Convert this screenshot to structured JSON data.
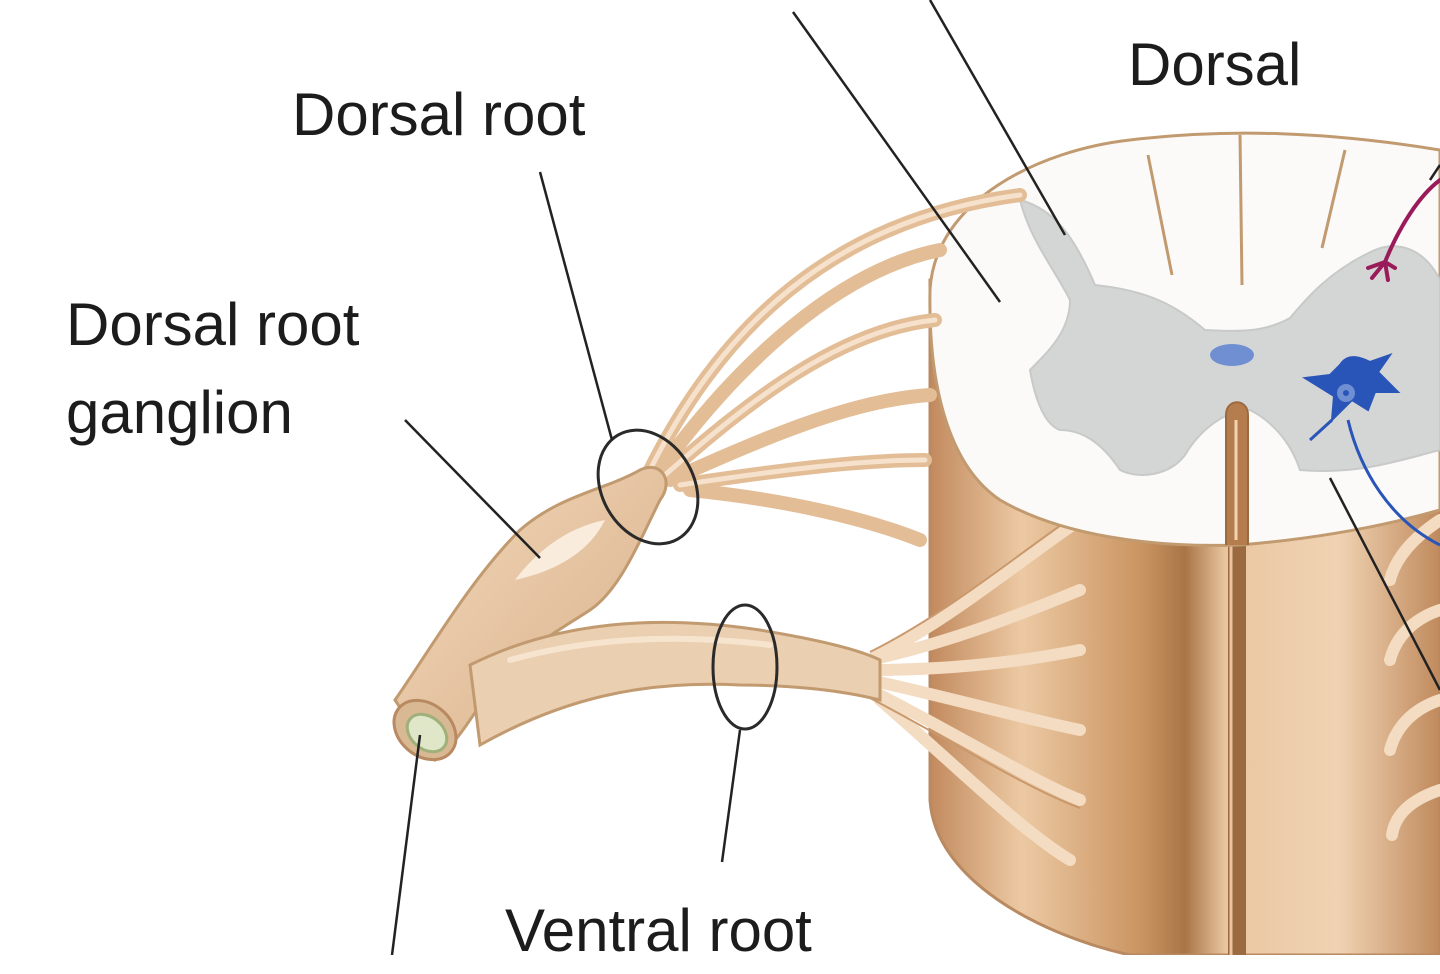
{
  "labels": {
    "dorsal_root": "Dorsal root",
    "dorsal_root_ganglion": [
      "Dorsal root",
      "ganglion"
    ],
    "dorsal": "Dorsal",
    "ventral_root": "Ventral root"
  },
  "colors": {
    "nerve_fill": "#e8c9a6",
    "nerve_outline": "#c29a70",
    "cord_shade": "#c9966b",
    "white_matter": "#fbfaf8",
    "gray_matter": "#d4d5d5",
    "canal": "#6f8fd2",
    "motor_neuron": "#2a55b8",
    "sensory_fiber": "#9a1b5a",
    "leader_line": "#222222"
  }
}
